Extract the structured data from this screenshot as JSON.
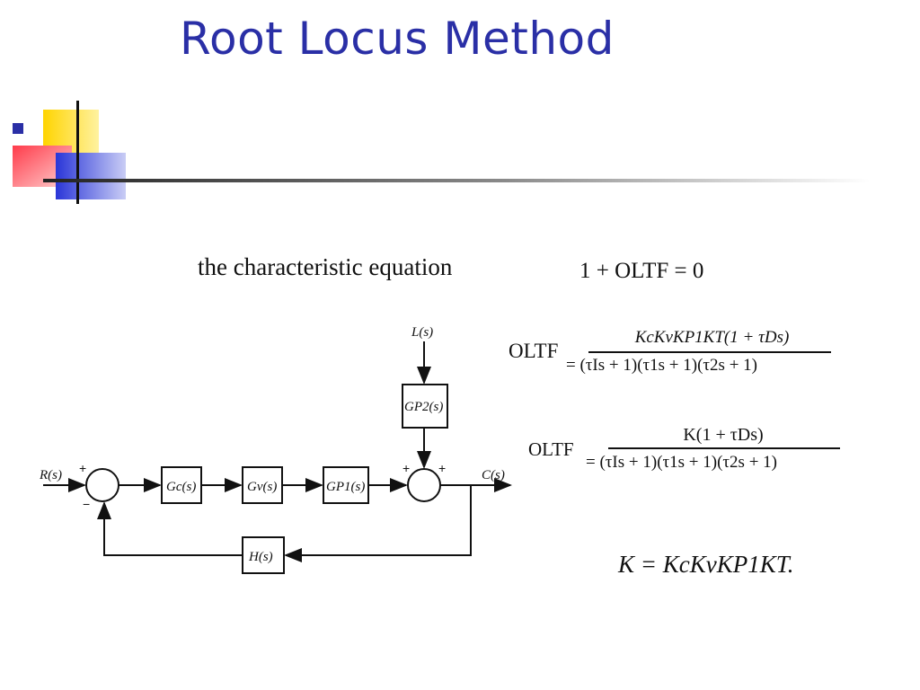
{
  "slide": {
    "title": "Root Locus Method",
    "accent_color": "#2a2fa6"
  },
  "content": {
    "char_eq_label": "the characteristic equation",
    "char_eq": "1 + OLTF = 0",
    "oltf_label": "OLTF",
    "oltf1_numerator": "KcKvKP1KT(1 + τDs)",
    "oltf1_denominator": "= (τIs + 1)(τ1s + 1)(τ2s + 1)",
    "oltf2_label": "OLTF",
    "oltf2_numerator": "K(1 + τDs)",
    "oltf2_denominator": "= (τIs + 1)(τ1s + 1)(τ2s + 1)",
    "k_def": "K = KcKvKP1KT."
  },
  "diagram": {
    "input": "R(s)",
    "output": "C(s)",
    "load": "L(s)",
    "gc": "Gc(s)",
    "gv": "Gv(s)",
    "gp1": "GP1(s)",
    "gp2": "GP2(s)",
    "h": "H(s)",
    "plus1": "+",
    "minus1": "−",
    "plus2a": "+",
    "plus2b": "+"
  }
}
